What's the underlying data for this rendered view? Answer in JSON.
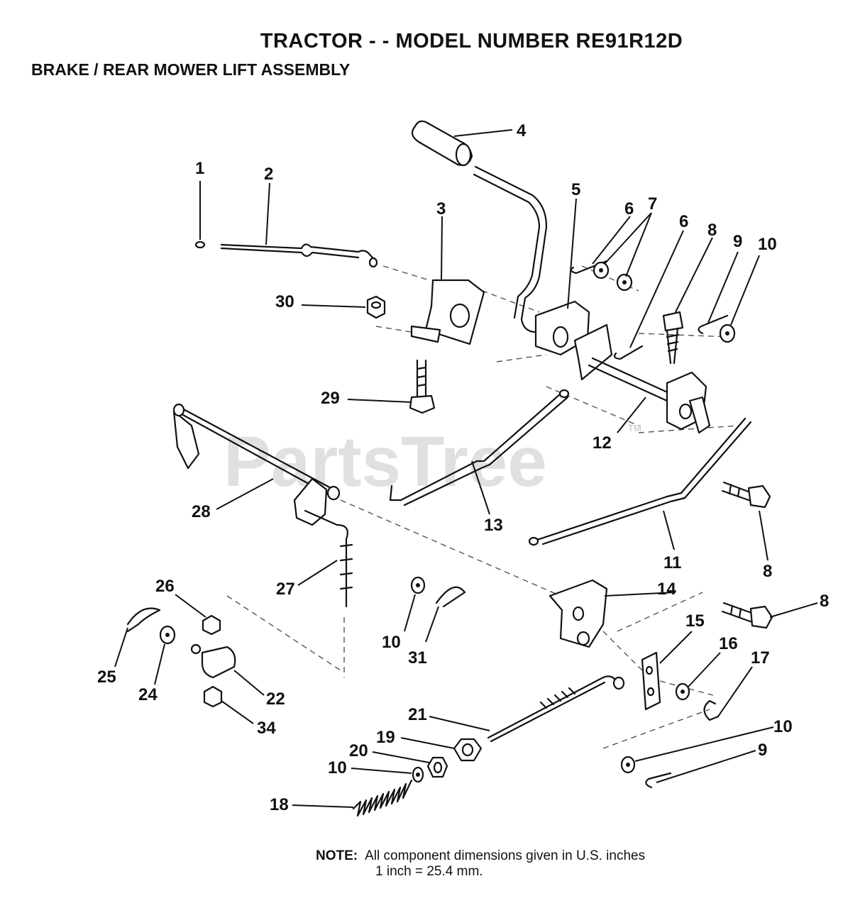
{
  "header": {
    "title": "TRACTOR - - MODEL NUMBER RE91R12D",
    "subtitle": "BRAKE / REAR MOWER LIFT ASSEMBLY"
  },
  "watermark": {
    "text": "PartsTree",
    "tm": "TM"
  },
  "callouts": [
    "1",
    "2",
    "3",
    "4",
    "5",
    "6",
    "7",
    "6",
    "8",
    "9",
    "10",
    "30",
    "29",
    "12",
    "28",
    "13",
    "11",
    "8",
    "27",
    "26",
    "10",
    "31",
    "14",
    "8",
    "15",
    "16",
    "17",
    "25",
    "24",
    "22",
    "34",
    "21",
    "10",
    "19",
    "20",
    "10",
    "9",
    "18"
  ],
  "note": {
    "label": "NOTE:",
    "line1": "All component dimensions given in U.S. inches",
    "line2": "1 inch = 25.4 mm."
  }
}
